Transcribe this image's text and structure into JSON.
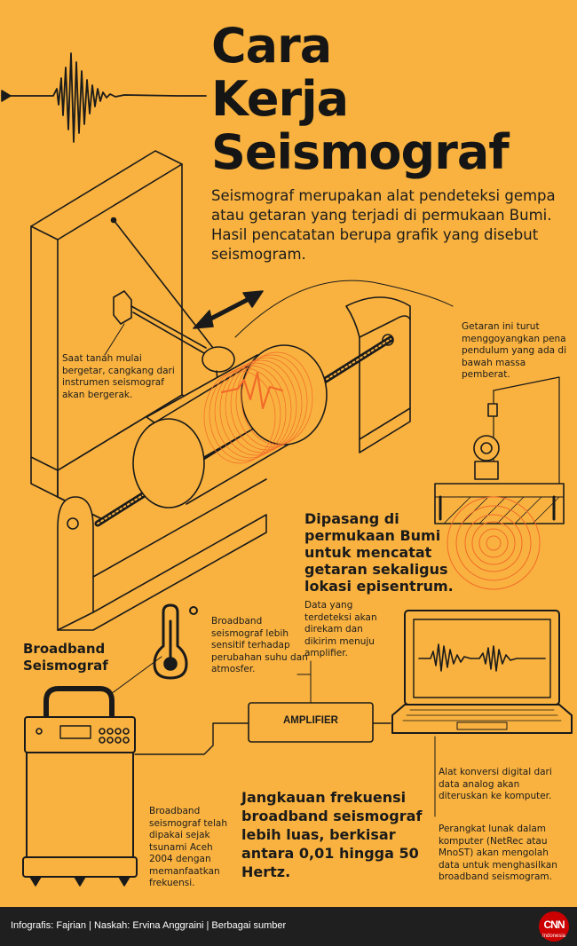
{
  "title": {
    "line1": "Cara",
    "line2": "Kerja",
    "line3": "Seismograf"
  },
  "intro": "Seismograf merupakan alat pendeteksi gempa atau getaran yang terjadi di permukaan Bumi. Hasil pencatatan berupa grafik yang disebut seismogram.",
  "notes": {
    "left_drum": "Saat tanah mulai bergetar, cangkang dari instrumen seismograf akan bergerak.",
    "pendulum": "Getaran ini turut menggoyangkan pena pendulum yang ada di bawah massa pemberat.",
    "epicenter": "Dipasang di permukaan Bumi untuk mencatat getaran sekaligus lokasi episentrum.",
    "data": "Data yang terdeteksi akan direkam dan dikirim menuju amplifier.",
    "thermo": "Broadband seismograf lebih sensitif terhadap perubahan suhu dan atmosfer.",
    "broadband_title": "Broadband Seismograf",
    "amplifier": "AMPLIFIER",
    "converter": "Alat konversi digital dari data analog akan diteruskan ke komputer.",
    "software": "Perangkat lunak dalam komputer (NetRec atau MnoST) akan mengolah data untuk menghasilkan broadband seismogram.",
    "tsunami": "Broadband seismograf telah dipakai sejak tsunami Aceh 2004 dengan memanfaatkan frekuensi.",
    "range": "Jangkauan frekuensi broadband seismograf lebih luas, berkisar antara 0,01 hingga 50 Hertz."
  },
  "footer": {
    "credits": "Infografis: Fajrian | Naskah: Ervina Anggraini | Berbagai sumber",
    "logo": "CNN",
    "logo_sub": "Indonesia"
  },
  "colors": {
    "background": "#f9b23f",
    "ink": "#1a1a1a",
    "accent": "#f26b2a",
    "footer": "#1f1f1f",
    "logo": "#cc0000"
  }
}
